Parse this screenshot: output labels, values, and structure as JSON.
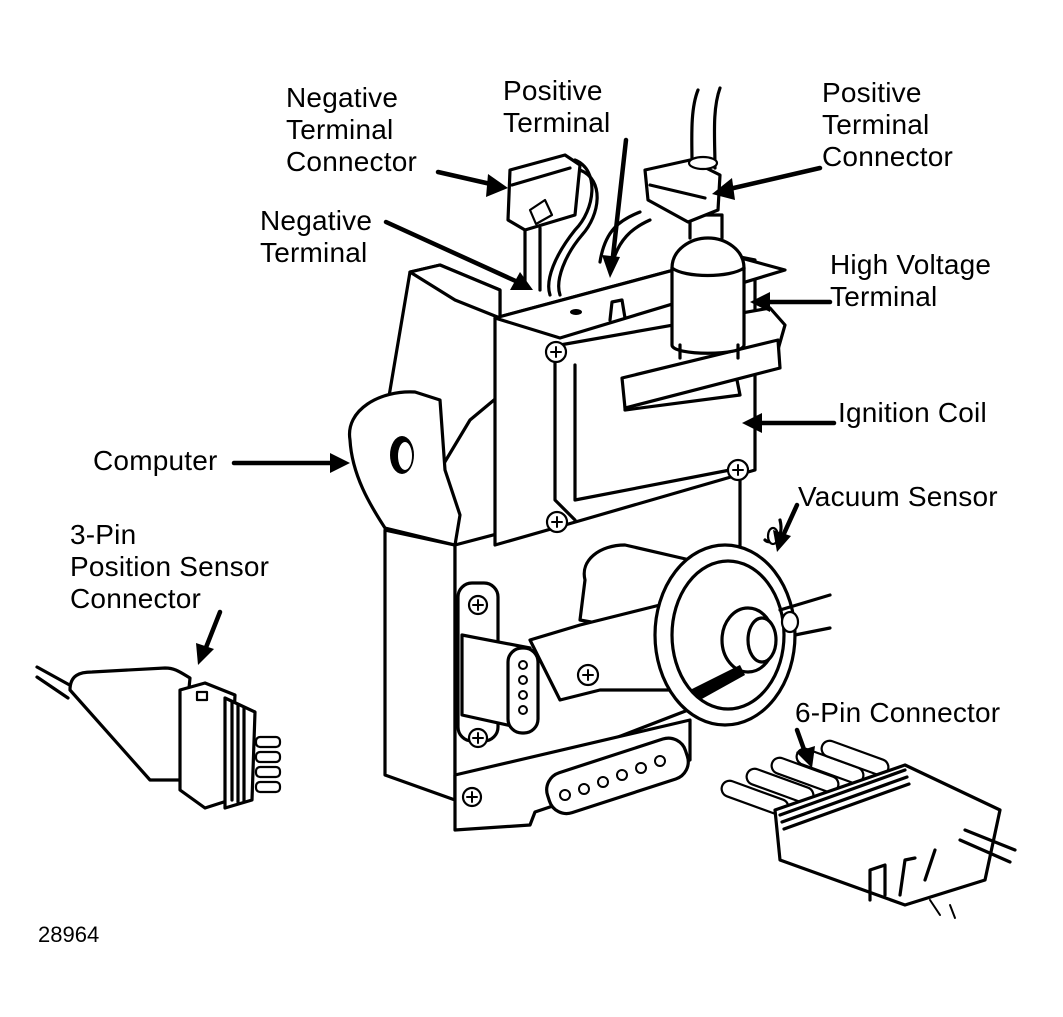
{
  "figure": {
    "title": "Ignition module assembly with coil, sensors and connectors",
    "figure_number": "28964",
    "ink_color": "#000000",
    "background_color": "#ffffff"
  },
  "callouts": [
    {
      "id": "negative-terminal-connector",
      "lines": [
        "Negative",
        "Terminal",
        "Connector"
      ]
    },
    {
      "id": "positive-terminal",
      "lines": [
        "Positive",
        "Terminal"
      ]
    },
    {
      "id": "positive-terminal-connector",
      "lines": [
        "Positive",
        "Terminal",
        "Connector"
      ]
    },
    {
      "id": "negative-terminal",
      "lines": [
        "Negative",
        "Terminal"
      ]
    },
    {
      "id": "high-voltage-terminal",
      "lines": [
        "High Voltage",
        "Terminal"
      ]
    },
    {
      "id": "ignition-coil",
      "lines": [
        "Ignition Coil"
      ]
    },
    {
      "id": "computer",
      "lines": [
        "Computer"
      ]
    },
    {
      "id": "vacuum-sensor",
      "lines": [
        "Vacuum Sensor"
      ]
    },
    {
      "id": "3-pin-position-sensor-connector",
      "lines": [
        "3-Pin",
        "Position Sensor",
        "Connector"
      ]
    },
    {
      "id": "6-pin-connector",
      "lines": [
        "6-Pin Connector"
      ]
    }
  ]
}
